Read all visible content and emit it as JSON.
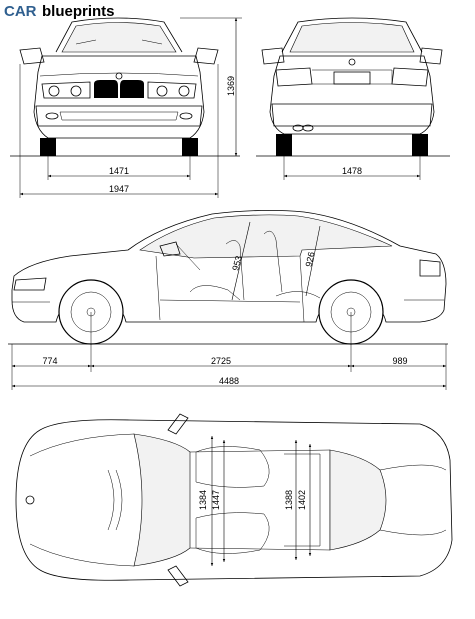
{
  "logo": {
    "car": "CAR",
    "blueprints": "blueprints"
  },
  "front_view": {
    "track_width": "1471",
    "overall_width": "1947",
    "height": "1369"
  },
  "rear_view": {
    "track_width": "1478"
  },
  "side_view": {
    "front_overhang": "774",
    "wheelbase": "2725",
    "rear_overhang": "989",
    "overall_length": "4488",
    "front_headroom": "953",
    "rear_headroom": "926"
  },
  "top_view": {
    "front_shoulder_room": "1384",
    "front_elbow_room": "1447",
    "rear_shoulder_room": "1388",
    "rear_elbow_room": "1402"
  }
}
